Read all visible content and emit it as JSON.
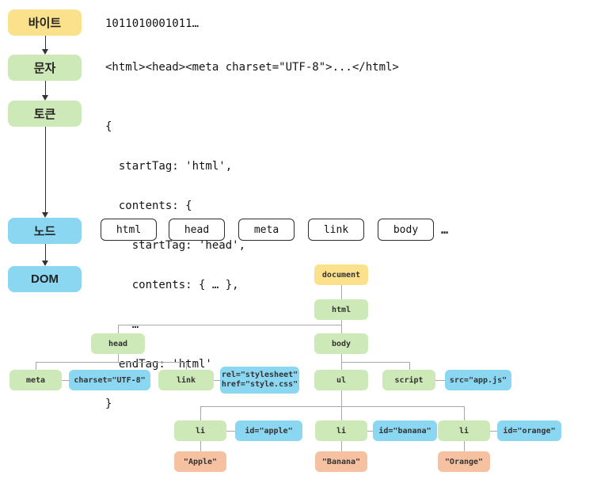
{
  "pipeline": {
    "steps": [
      {
        "label": "바이트"
      },
      {
        "label": "문자"
      },
      {
        "label": "토큰"
      },
      {
        "label": "노드"
      },
      {
        "label": "DOM"
      }
    ]
  },
  "byte_stage": {
    "stream": "1011010001011…"
  },
  "char_stage": {
    "stream": "<html><head><meta charset=\"UTF-8\">...</html>"
  },
  "token_stage": {
    "lines": [
      "{",
      "  startTag: 'html',",
      "  contents: {",
      "    startTag: 'head',",
      "    contents: { … },",
      "    …",
      "  endTag: 'html'",
      "}"
    ]
  },
  "node_stage": {
    "boxes": [
      "html",
      "head",
      "meta",
      "link",
      "body"
    ],
    "more": "…"
  },
  "dom_stage": {
    "document": "document",
    "html": "html",
    "head": "head",
    "body": "body",
    "meta": "meta",
    "charset_attr": "charset=\"UTF-8\"",
    "link": "link",
    "link_attr": "rel=\"stylesheet\"\nhref=\"style.css\"",
    "ul": "ul",
    "script": "script",
    "script_attr": "src=\"app.js\"",
    "li_1": "li",
    "li_2": "li",
    "li_3": "li",
    "id_apple": "id=\"apple\"",
    "id_banana": "id=\"banana\"",
    "id_orange": "id=\"orange\"",
    "text_apple": "\"Apple\"",
    "text_banana": "\"Banana\"",
    "text_orange": "\"Orange\""
  },
  "colors": {
    "document_node": "#fce18c",
    "element_node": "#cee9b8",
    "attribute_node": "#8bd7f2",
    "text_node": "#f5c1a0",
    "connector": "#a8a8a8"
  }
}
